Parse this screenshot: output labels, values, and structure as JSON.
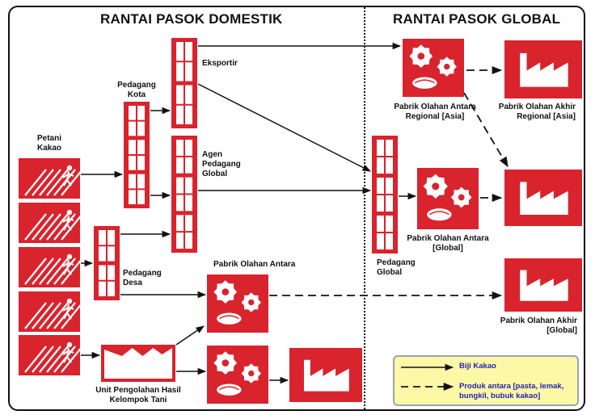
{
  "headings": {
    "domestic": "RANTAI PASOK DOMESTIK",
    "global": "RANTAI PASOK GLOBAL"
  },
  "nodes": {
    "petani": "Petani\nKakao",
    "pedagang_kota": "Pedagang\nKota",
    "eksportir": "Eksportir",
    "agen": "Agen\nPedagang\nGlobal",
    "pedagang_desa": "Pedagang\nDesa",
    "pabrik_antara": "Pabrik Olahan Antara",
    "unit": "Unit Pengolahan Hasil\nKelompok Tani",
    "pabrik_antara_regional": "Pabrik Olahan Antara\nRegional [Asia]",
    "pabrik_akhir_regional": "Pabrik Olahan Akhir\nRegional [Asia]",
    "pedagang_global": "Pedagang\nGlobal",
    "pabrik_antara_global": "Pabrik Olahan Antara\n[Global]",
    "pabrik_akhir_global": "Pabrik Olahan Akhir\n[Global]"
  },
  "legend": {
    "solid": "Biji Kakao",
    "dashed": "Produk antara [pasta, lemak,\nbungkil, bubuk kakao]"
  },
  "colors": {
    "box_red": "#d9232d",
    "legend_bg": "#fcf8a6",
    "legend_text": "#2222b8"
  }
}
